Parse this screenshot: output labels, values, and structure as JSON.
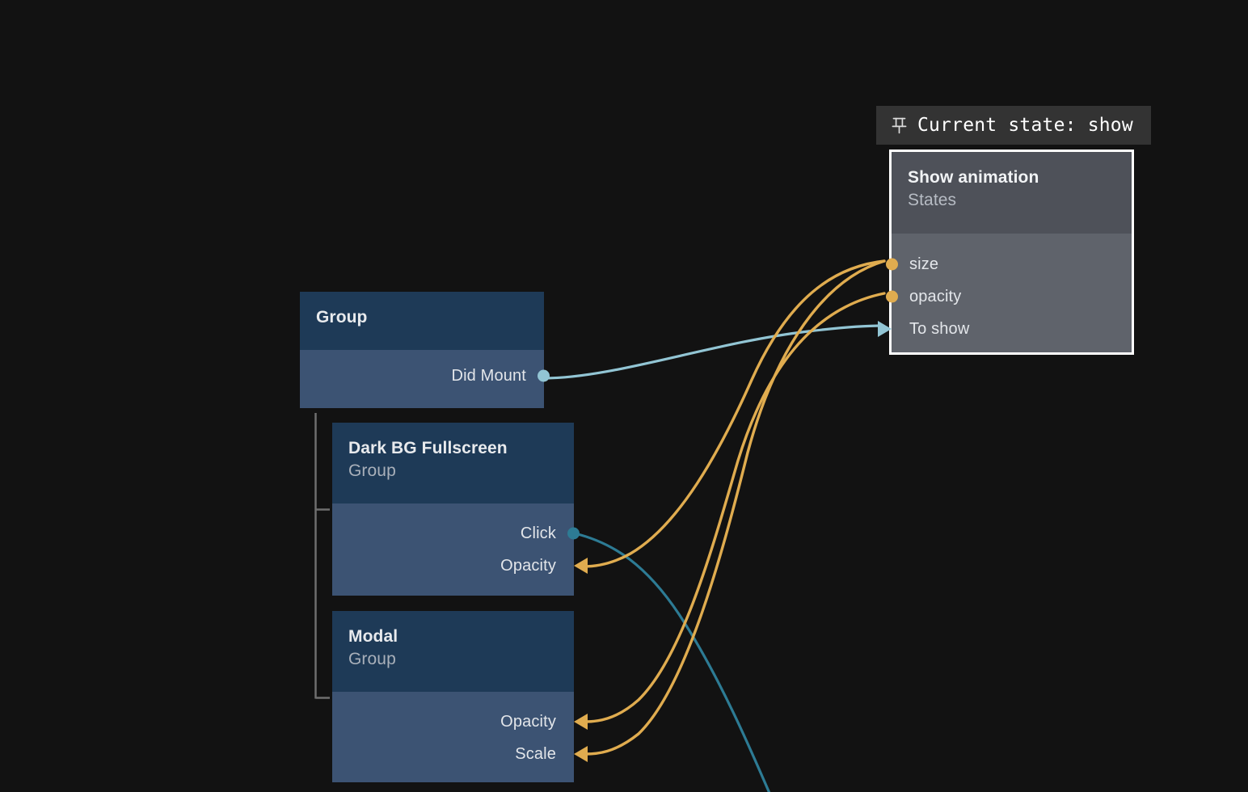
{
  "canvas": {
    "background": "#121212",
    "accent_blue_header": "#1e3a57",
    "accent_blue_body": "#3c5373",
    "accent_grey_header": "#4e5159",
    "accent_grey_body": "#5f636b",
    "edge_yellow": "#e0ac4f",
    "edge_teal_light": "#92c5d4",
    "edge_teal_dark": "#2d7b94",
    "selection_border": "#ffffff",
    "tree_line": "#6e6e6e"
  },
  "tooltip": {
    "icon": "pin-icon",
    "text": "Current state: show",
    "background": "#333333",
    "text_color": "#ffffff"
  },
  "nodes": {
    "group": {
      "title": "Group",
      "subtitle": "",
      "ports": [
        {
          "label": "Did Mount",
          "side": "right",
          "marker": "dot",
          "color": "#92c5d4"
        }
      ]
    },
    "dark_bg": {
      "title": "Dark BG Fullscreen",
      "subtitle": "Group",
      "ports": [
        {
          "label": "Click",
          "side": "right",
          "marker": "dot",
          "color": "#2d7b94"
        },
        {
          "label": "Opacity",
          "side": "right",
          "marker": "arrow-left",
          "color": "#e0ac4f"
        }
      ]
    },
    "modal": {
      "title": "Modal",
      "subtitle": "Group",
      "ports": [
        {
          "label": "Opacity",
          "side": "right",
          "marker": "arrow-left",
          "color": "#e0ac4f"
        },
        {
          "label": "Scale",
          "side": "right",
          "marker": "arrow-left",
          "color": "#e0ac4f"
        }
      ]
    },
    "show_animation": {
      "title": "Show animation",
      "subtitle": "States",
      "selected": true,
      "ports": [
        {
          "label": "size",
          "side": "left",
          "marker": "dot",
          "color": "#e0ac4f"
        },
        {
          "label": "opacity",
          "side": "left",
          "marker": "dot",
          "color": "#e0ac4f"
        },
        {
          "label": "To show",
          "side": "left",
          "marker": "arrow-right",
          "color": "#92c5d4"
        }
      ]
    }
  }
}
